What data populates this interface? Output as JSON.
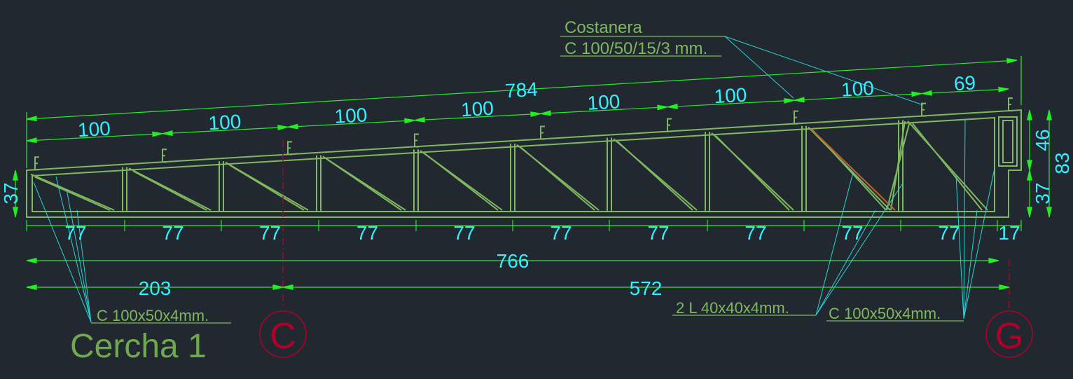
{
  "title": "Cercha 1",
  "colors": {
    "background": "#212830",
    "dimension_line": "#22ee22",
    "dimension_text": "#33f0ff",
    "truss_member": "#7fb85e",
    "leader_line": "#2ad4d4",
    "axis_marker": "#b0002a"
  },
  "top_dimensions": {
    "overall": "784",
    "spacings": [
      "100",
      "100",
      "100",
      "100",
      "100",
      "100",
      "100",
      "69"
    ]
  },
  "bottom_dimensions": {
    "panels": [
      "77",
      "77",
      "77",
      "77",
      "77",
      "77",
      "77",
      "77",
      "77",
      "77",
      "17"
    ],
    "overall": "766",
    "segment_left": "203",
    "segment_right": "572"
  },
  "side_dimensions": {
    "left_height": "37",
    "right_top": "46",
    "right_bottom": "37",
    "right_total": "83"
  },
  "labels": {
    "purlin_name": "Costanera",
    "purlin_section": "C 100/50/15/3 mm.",
    "left_chord_section": "C 100x50x4mm.",
    "diagonal_section": "2 L 40x40x4mm.",
    "right_chord_section": "C 100x50x4mm."
  },
  "axes": [
    "C",
    "G"
  ]
}
